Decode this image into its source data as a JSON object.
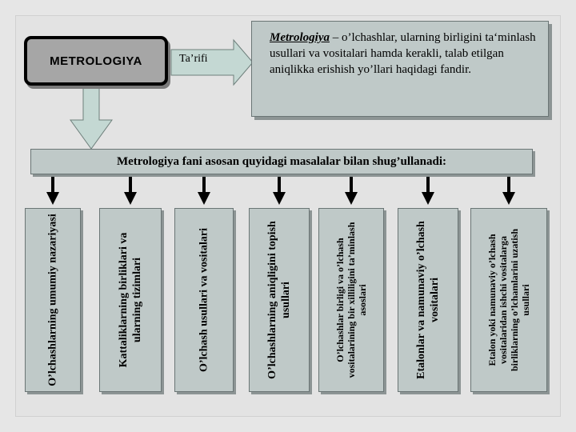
{
  "main": {
    "label": "METROLOGIYA"
  },
  "arrow_label": "Ta’rifi",
  "definition": {
    "term": "Metrologiya",
    "text": " – o’lchashlar, ularning birligini ta‘minlash usullari va vositalari hamda kerakli, talab etilgan aniqlikka erishish yo’llari haqidagi fandir."
  },
  "header": "Metrologiya fani asosan quyidagi masalalar bilan shug’ullanadi:",
  "columns": [
    "O’lchashlarning umumiy nazariyasi",
    "Kattaliklarning birliklari va ularning tizimlari",
    "O’lchash usullari va vositalari",
    "O’lchashlarning aniqligini topish usullari",
    "O’lchashlar birligi va o’lchash vositalarining bir xilliligini ta’minlash asoslari",
    "Etalonlar va namunaviy o’lchash vositalari",
    "Etalon yoki namunaviy o’lchash vositalaridan ishchi vositalarga birliklarning o’lchamlarini uzatish usullari"
  ],
  "colors": {
    "box_fill": "#bfc9c8",
    "main_fill": "#a6a6a6",
    "arrow_fill": "#c4d8d3",
    "arrow_stroke": "#6e7f7b",
    "background": "#e3e3e3"
  }
}
